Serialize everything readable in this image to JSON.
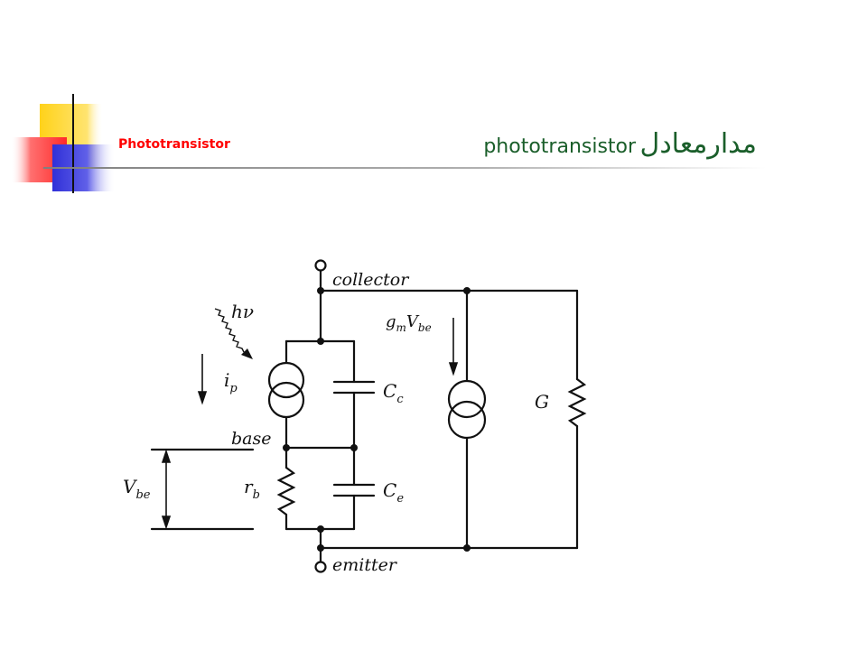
{
  "header": {
    "small_title": "Phototransistor",
    "title_latin": "phototransistor",
    "title_arabic": "مدارمعادل"
  },
  "diagram": {
    "labels": {
      "collector": "collector",
      "emitter": "emitter",
      "base": "base",
      "light": "hν",
      "photocurrent_main": "i",
      "photocurrent_sub": "p",
      "gm_main": "g",
      "gm_sub_m": "m",
      "gm_v": "V",
      "gm_sub_be": "be",
      "cc_main": "C",
      "cc_sub": "c",
      "ce_main": "C",
      "ce_sub": "e",
      "rb_main": "r",
      "rb_sub": "b",
      "g": "G",
      "vbe_main": "V",
      "vbe_sub": "be"
    }
  },
  "colors": {
    "deco_yellow": "#ffd21a",
    "deco_red": "#ff2a2a",
    "deco_blue": "#3030d8",
    "title_green": "#1a5e2a",
    "small_title_red": "#ff0000"
  }
}
